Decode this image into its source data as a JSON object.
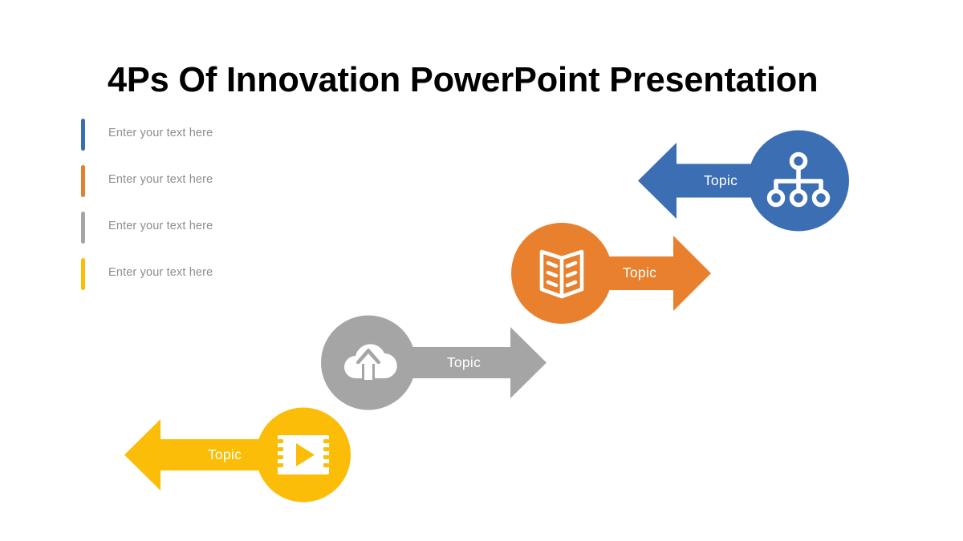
{
  "slide": {
    "title": "4Ps Of Innovation PowerPoint Presentation",
    "background_color": "#FFFFFF"
  },
  "legend": {
    "items": [
      {
        "label": "Enter your text here",
        "color": "#3C6EB4"
      },
      {
        "label": "Enter your text here",
        "color": "#E2802E"
      },
      {
        "label": "Enter your text here",
        "color": "#A5A5A5"
      },
      {
        "label": "Enter your text here",
        "color": "#FBBD07"
      }
    ]
  },
  "steps": [
    {
      "id": "step-blue",
      "label": "Topic",
      "color": "#3C6EB4",
      "icon": "hierarchy-icon",
      "direction": "left"
    },
    {
      "id": "step-orange",
      "label": "Topic",
      "color": "#E8802E",
      "icon": "open-book-icon",
      "direction": "right"
    },
    {
      "id": "step-gray",
      "label": "Topic",
      "color": "#A5A5A5",
      "icon": "cloud-upload-icon",
      "direction": "right"
    },
    {
      "id": "step-yellow",
      "label": "Topic",
      "color": "#FBBD07",
      "icon": "video-film-icon",
      "direction": "left"
    }
  ]
}
